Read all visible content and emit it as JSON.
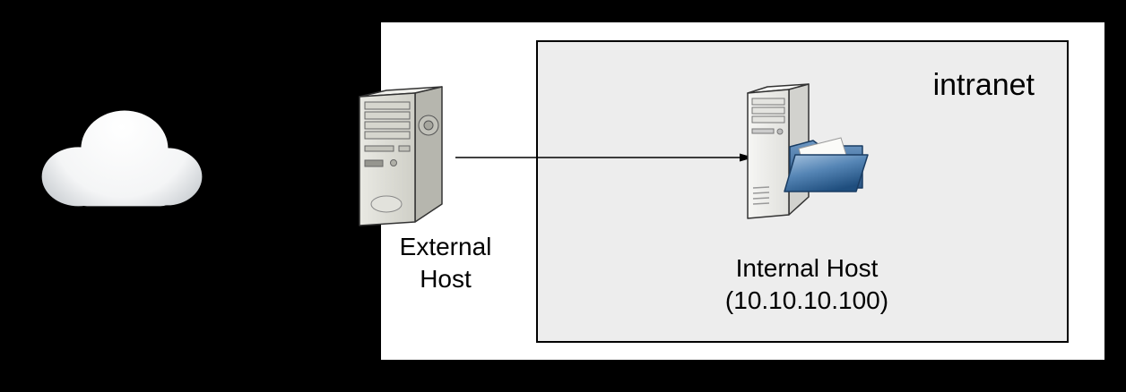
{
  "diagram": {
    "type": "network-diagram",
    "nodes": {
      "internet_cloud": {
        "icon": "cloud-icon"
      },
      "external_host": {
        "icon": "computer-tower-icon",
        "label": "External Host"
      },
      "internal_host": {
        "icon": "computer-tower-icon",
        "secondary_icon": "shared-folder-icon",
        "label": "Internal Host",
        "ip": "(10.10.10.100)"
      }
    },
    "zones": {
      "intranet": {
        "label": "intranet"
      }
    },
    "connections": [
      {
        "from": "external_host",
        "to": "internal_host",
        "style": "solid-arrow",
        "direction": "right"
      }
    ],
    "colors": {
      "page_background": "#000000",
      "outer_zone_fill": "#ffffff",
      "intranet_fill": "#ededed",
      "intranet_border": "#000000",
      "label_text": "#000000",
      "arrow": "#000000",
      "folder_blue_dark": "#2a5584",
      "folder_blue_light": "#a8c4e0",
      "cloud_fill": "#ffffff",
      "tower_front": "#dededa",
      "tower_side": "#b6b6ae"
    }
  }
}
